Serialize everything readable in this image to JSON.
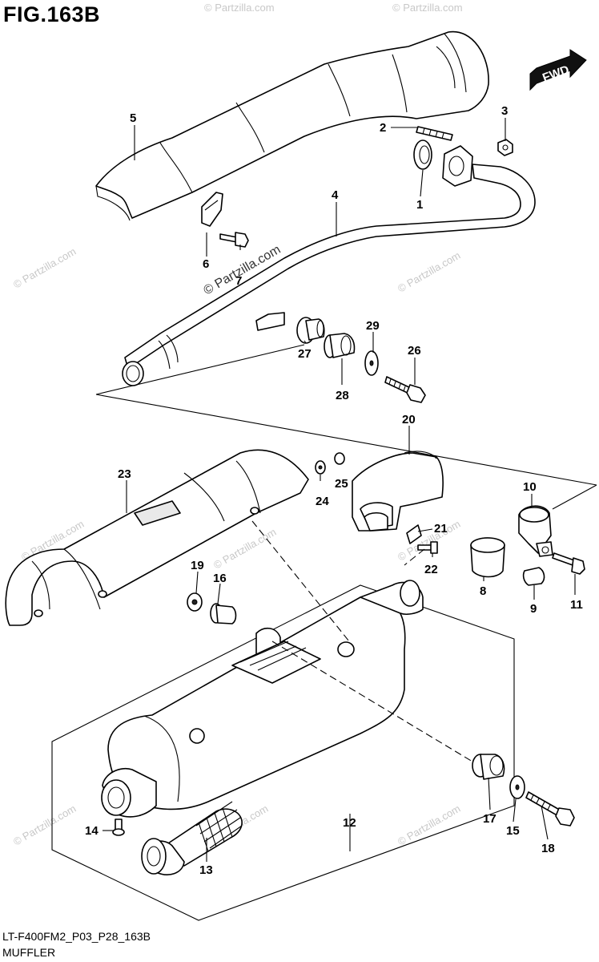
{
  "figure": {
    "title": "FIG.163B",
    "footer_code": "LT-F400FM2_P03_P28_163B",
    "footer_name": "MUFFLER",
    "direction_label": "FWD",
    "watermark": "© Partzilla.com",
    "watermark_main": "© Partzilla.com"
  },
  "callouts": [
    {
      "id": "1",
      "label": "1"
    },
    {
      "id": "2",
      "label": "2"
    },
    {
      "id": "3",
      "label": "3"
    },
    {
      "id": "4",
      "label": "4"
    },
    {
      "id": "5",
      "label": "5"
    },
    {
      "id": "6",
      "label": "6"
    },
    {
      "id": "7",
      "label": "7"
    },
    {
      "id": "8",
      "label": "8"
    },
    {
      "id": "9",
      "label": "9"
    },
    {
      "id": "10",
      "label": "10"
    },
    {
      "id": "11",
      "label": "11"
    },
    {
      "id": "12",
      "label": "12"
    },
    {
      "id": "13",
      "label": "13"
    },
    {
      "id": "14",
      "label": "14"
    },
    {
      "id": "15",
      "label": "15"
    },
    {
      "id": "16",
      "label": "16"
    },
    {
      "id": "17",
      "label": "17"
    },
    {
      "id": "18",
      "label": "18"
    },
    {
      "id": "19",
      "label": "19"
    },
    {
      "id": "20",
      "label": "20"
    },
    {
      "id": "21",
      "label": "21"
    },
    {
      "id": "22",
      "label": "22"
    },
    {
      "id": "23",
      "label": "23"
    },
    {
      "id": "24",
      "label": "24"
    },
    {
      "id": "25",
      "label": "25"
    },
    {
      "id": "26",
      "label": "26"
    },
    {
      "id": "27",
      "label": "27"
    },
    {
      "id": "28",
      "label": "28"
    },
    {
      "id": "29",
      "label": "29"
    }
  ]
}
